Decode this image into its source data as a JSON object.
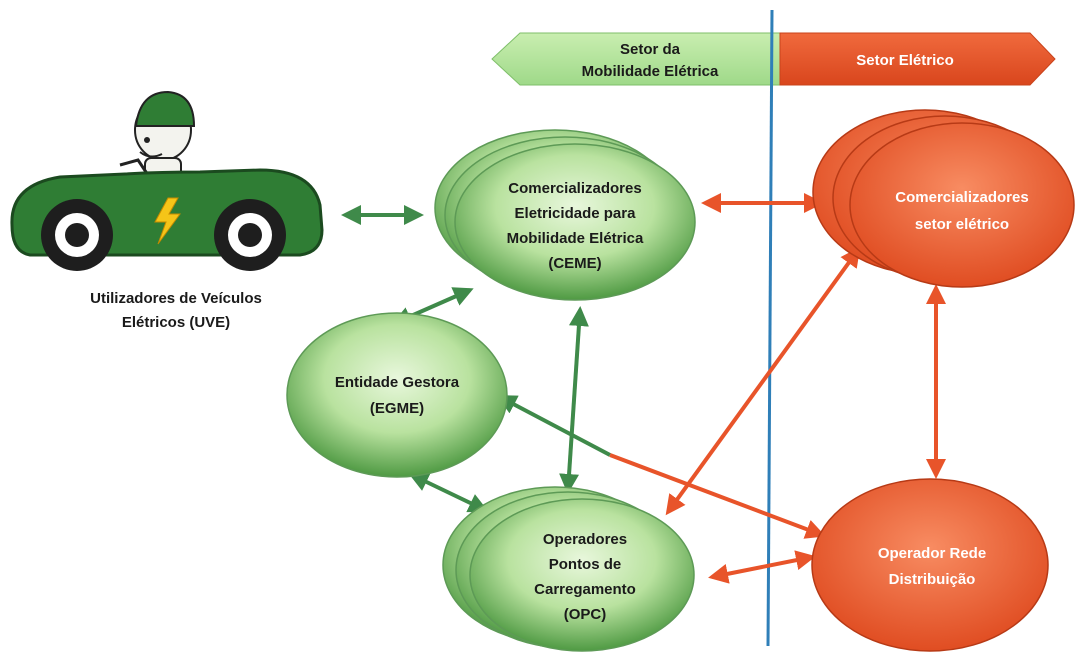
{
  "colors": {
    "green_dark": "#2f7d34",
    "green_light": "#c9eab4",
    "green_arrow": "#3f8a4a",
    "orange": "#e8542a",
    "orange_light": "#f47a50",
    "divider_blue": "#2f7fb8"
  },
  "header": {
    "mobility_sector": [
      "Setor da",
      "Mobilidade Elétrica"
    ],
    "electric_sector": "Setor Elétrico"
  },
  "nodes": {
    "uve": {
      "lines": [
        "Utilizadores de Veículos",
        "Elétricos (UVE)"
      ],
      "icon": "electric-car-icon"
    },
    "ceme": {
      "lines": [
        "Comercializadores",
        "Eletricidade para",
        "Mobilidade Elétrica",
        "(CEME)"
      ]
    },
    "egme": {
      "lines": [
        "Entidade Gestora",
        "(EGME)"
      ]
    },
    "opc": {
      "lines": [
        "Operadores",
        "Pontos de",
        "Carregamento",
        "(OPC)"
      ]
    },
    "comercializadores_se": {
      "lines": [
        "Comercializadores",
        "setor elétrico"
      ]
    },
    "ord": {
      "lines": [
        "Operador Rede",
        "Distribuição"
      ]
    }
  }
}
